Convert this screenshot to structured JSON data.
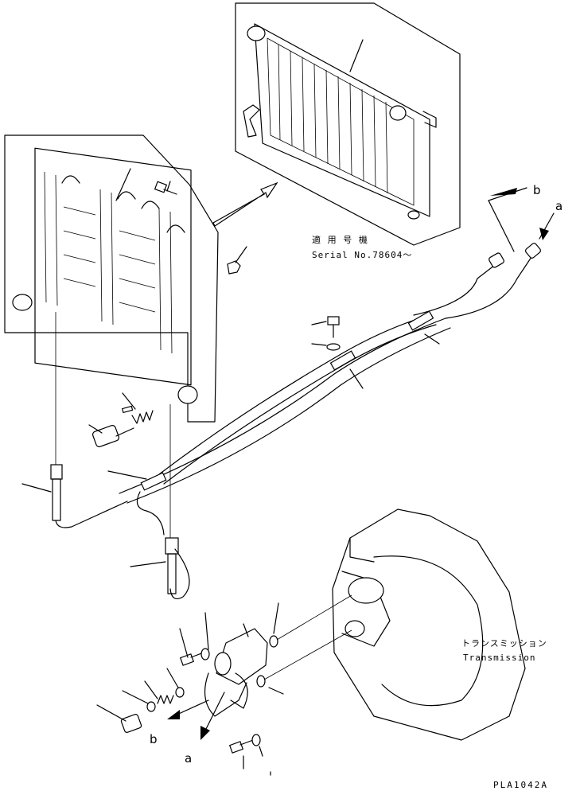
{
  "labels": {
    "ref_a_top": "a",
    "ref_b_top": "b",
    "ref_a_bottom": "a",
    "ref_b_bottom": "b"
  },
  "notes": {
    "serial_jp": "適 用 号 機",
    "serial_en": "Serial No.78604～",
    "transmission_jp": "トランスミッション",
    "transmission_en": "Transmission"
  },
  "drawing_code": "PLA1042A"
}
